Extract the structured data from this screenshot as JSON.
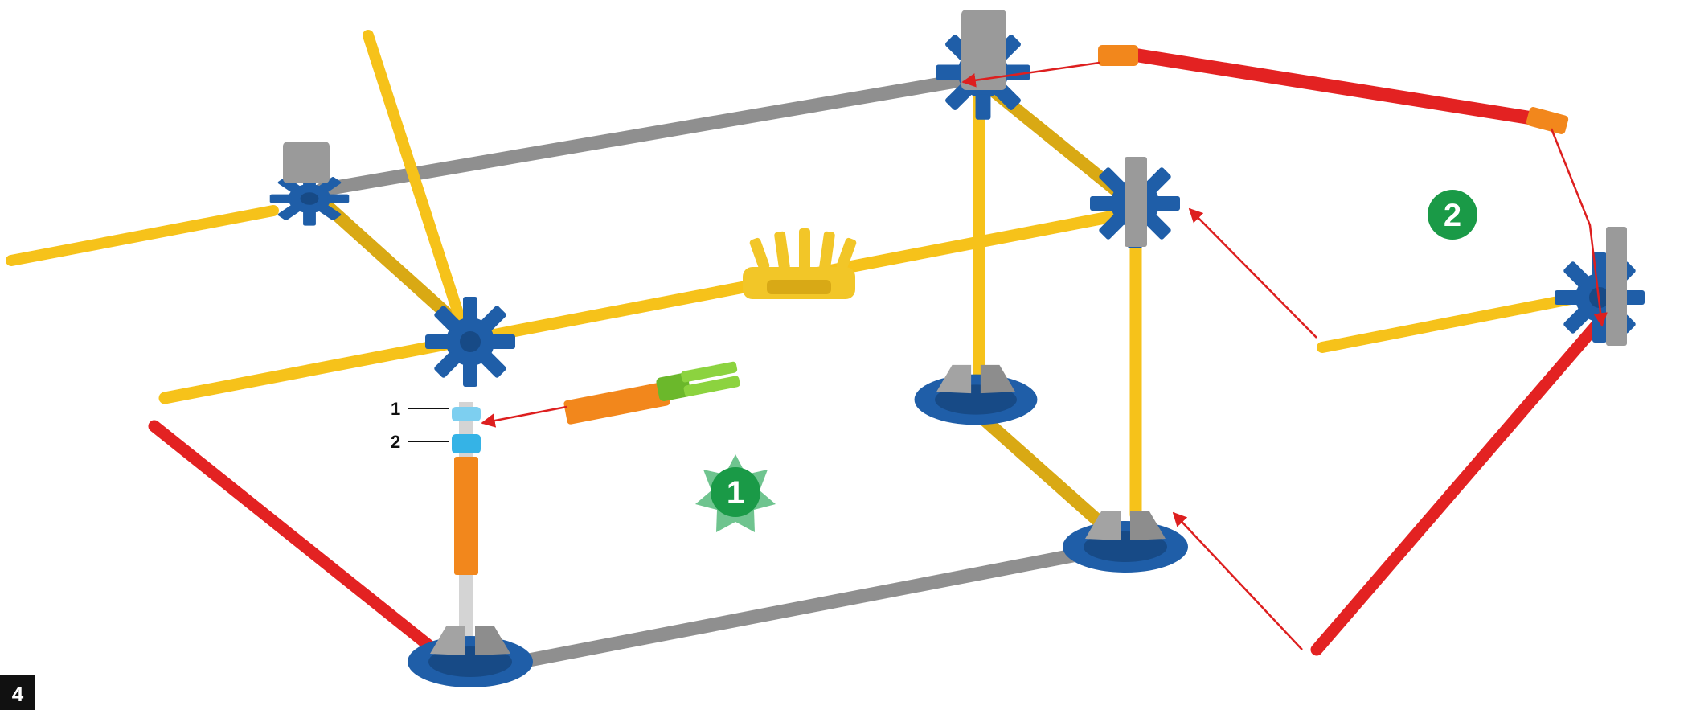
{
  "page": {
    "number": "4"
  },
  "steps": [
    {
      "number": "1"
    },
    {
      "number": "2"
    }
  ],
  "callouts": [
    {
      "label": "1"
    },
    {
      "label": "2"
    }
  ],
  "colors": {
    "yellow_rod": "#f6c21a",
    "grey_rod": "#8f8f8f",
    "red_rod": "#e32222",
    "orange_rod": "#f2871c",
    "blue_connector": "#1f5ea8",
    "grey_connector": "#9a9a9a",
    "yellow_connector": "#f2c628",
    "light_blue_clip": "#35b3e6",
    "green_clip": "#8cd33f",
    "step_badge": "#1a9a47",
    "arrow": "#dd1f1f",
    "page_tab": "#111111"
  },
  "icons": [
    "step-1-badge",
    "step-2-badge",
    "assembly-arrow"
  ]
}
